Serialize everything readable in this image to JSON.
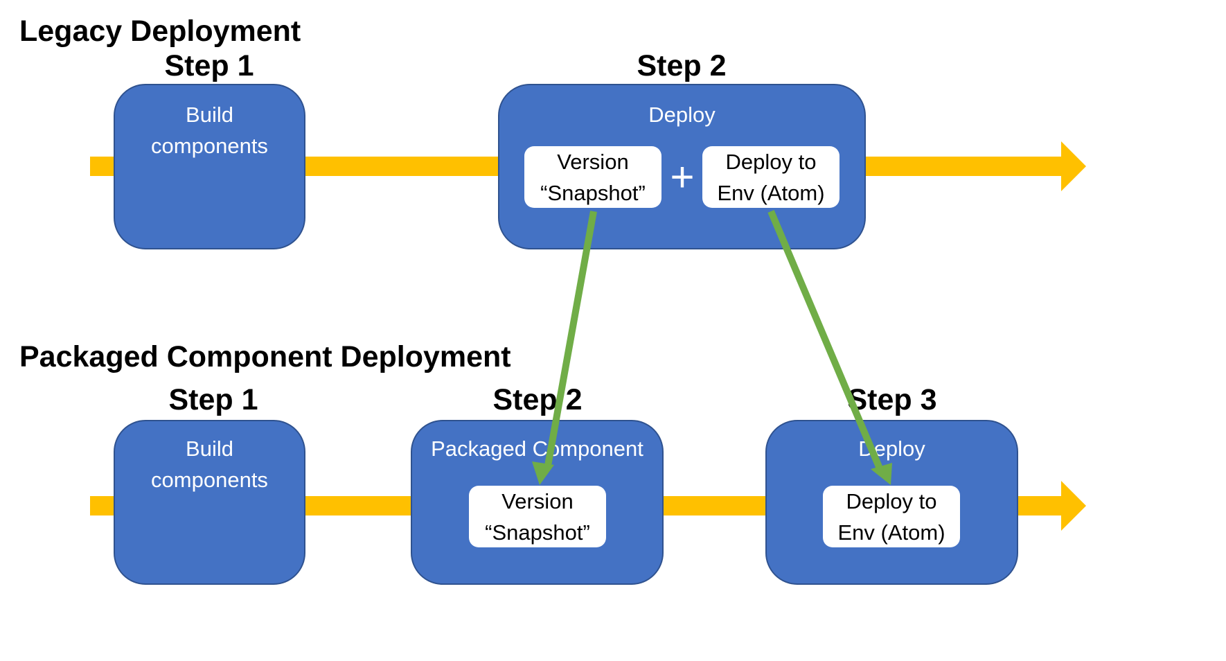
{
  "legacy": {
    "title": "Legacy Deployment",
    "steps": [
      {
        "label": "Step 1",
        "box_title": "Build\ncomponents"
      },
      {
        "label": "Step 2",
        "box_title": "Deploy",
        "inner": [
          "Version\n“Snapshot”",
          "Deploy to\nEnv (Atom)"
        ],
        "plus": "+"
      }
    ]
  },
  "packaged": {
    "title": "Packaged Component Deployment",
    "steps": [
      {
        "label": "Step 1",
        "box_title": "Build\ncomponents"
      },
      {
        "label": "Step 2",
        "box_title": "Packaged Component",
        "inner": [
          "Version\n“Snapshot”"
        ]
      },
      {
        "label": "Step 3",
        "box_title": "Deploy",
        "inner": [
          "Deploy to\nEnv (Atom)"
        ]
      }
    ]
  },
  "colors": {
    "flow_arrow": "#ffc000",
    "box_fill": "#4472c4",
    "box_border": "#2f528f",
    "connector": "#70ad47",
    "inner_fill": "#ffffff"
  }
}
